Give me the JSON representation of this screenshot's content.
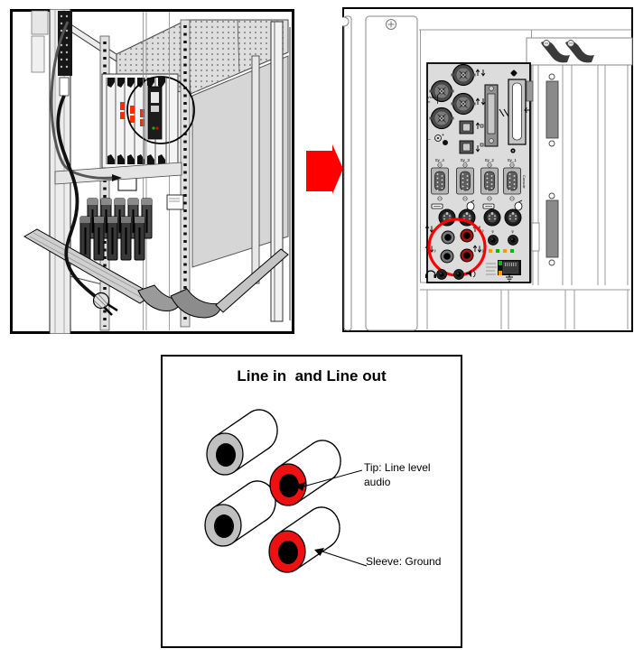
{
  "colors": {
    "highlight_red": "#ff0000",
    "arrow_red": "#ff0000",
    "card_led_red": "#ff2a00",
    "rca_red": "#ee1111",
    "rca_gray": "#c0c0c0",
    "led_green": "#00bb00",
    "led_orange": "#ff9900"
  },
  "io_panel": {
    "serial_port_labels": [
      "tty_4",
      "tty_3",
      "tty_2",
      "tty_1"
    ],
    "console_label": "Console",
    "video_in_label_line1": "Video",
    "video_in_label_line2": "In"
  },
  "callout": {
    "title": "Line in  and Line out",
    "tip_label": "Tip: Line level audio",
    "sleeve_label": "Sleeve: Ground"
  }
}
